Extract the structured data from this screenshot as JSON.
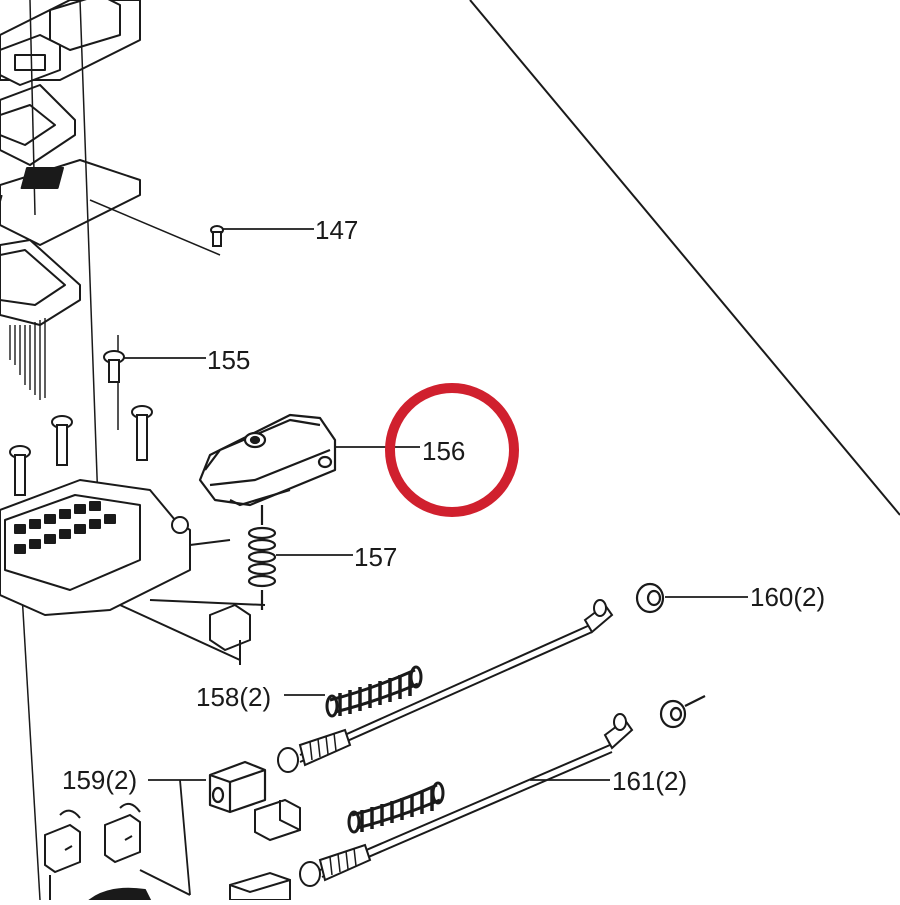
{
  "diagram": {
    "callouts": [
      {
        "id": "147",
        "label": "147"
      },
      {
        "id": "155",
        "label": "155"
      },
      {
        "id": "156",
        "label": "156",
        "highlighted": true
      },
      {
        "id": "157",
        "label": "157"
      },
      {
        "id": "158",
        "label": "158(2)"
      },
      {
        "id": "159",
        "label": "159(2)"
      },
      {
        "id": "160",
        "label": "160(2)"
      },
      {
        "id": "161",
        "label": "161(2)"
      }
    ],
    "colors": {
      "ink": "#1a1a1a",
      "highlight": "#d0202e",
      "background": "#ffffff"
    }
  }
}
